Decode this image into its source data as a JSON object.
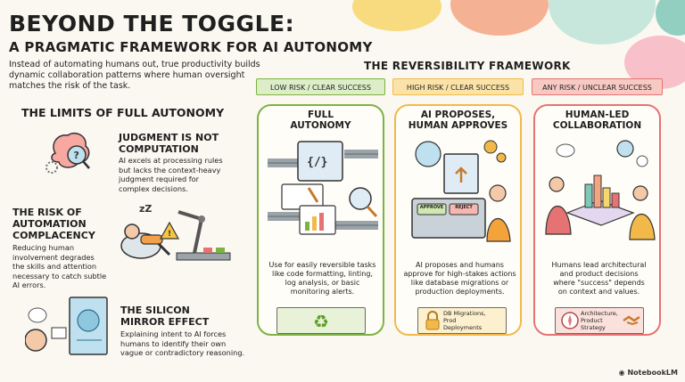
{
  "header": {
    "title": "BEYOND THE TOGGLE:",
    "subtitle": "A PRAGMATIC FRAMEWORK FOR AI AUTONOMY",
    "intro": "Instead of automating humans out, true productivity builds dynamic collaboration patterns where human oversight matches the risk of the task."
  },
  "limits": {
    "heading": "THE LIMITS OF FULL AUTONOMY",
    "items": [
      {
        "title_1": "JUDGMENT IS NOT",
        "title_2": "COMPUTATION",
        "text_1": "AI excels at processing rules",
        "text_2": "but lacks the context-heavy",
        "text_3": "judgment required for",
        "text_4": "complex decisions.",
        "icon": "brain-gear-icon"
      },
      {
        "title_1": "THE RISK OF",
        "title_2": "AUTOMATION",
        "title_3": "COMPLACENCY",
        "text_1": "Reducing human",
        "text_2": "involvement degrades",
        "text_3": "the skills and attention",
        "text_4": "necessary to catch subtle",
        "text_5": "AI errors.",
        "icon": "sleeping-person-robot-arm-icon"
      },
      {
        "title_1": "THE SILICON",
        "title_2": "MIRROR EFFECT",
        "text_1": "Explaining intent to AI forces",
        "text_2": "humans to identify their own",
        "text_3": "vague or contradictory reasoning.",
        "icon": "mirror-face-icon"
      }
    ]
  },
  "framework": {
    "heading": "THE REVERSIBILITY FRAMEWORK",
    "columns": [
      {
        "tag": "LOW RISK / CLEAR SUCCESS",
        "title_1": "FULL",
        "title_2": "AUTONOMY",
        "text_1": "Use for easily reversible tasks",
        "text_2": "like code formatting, linting,",
        "text_3": "log analysis, or basic",
        "text_4": "monitoring alerts.",
        "box_label": "",
        "color": "#7cb342",
        "tag_bg": "#dcedc8"
      },
      {
        "tag": "HIGH RISK / CLEAR SUCCESS",
        "title_1": "AI PROPOSES,",
        "title_2": "HUMAN APPROVES",
        "text_1": "AI proposes and humans",
        "text_2": "approve for high-stakes actions",
        "text_3": "like database migrations or",
        "text_4": "production deployments.",
        "box_label_1": "DB Migrations,",
        "box_label_2": "Prod",
        "box_label_3": "Deployments",
        "approve": "APPROVE",
        "reject": "REJECT",
        "color": "#f2b94a",
        "tag_bg": "#fbe3a8"
      },
      {
        "tag": "ANY RISK / UNCLEAR SUCCESS",
        "title_1": "HUMAN-LED",
        "title_2": "COLLABORATION",
        "text_1": "Humans lead architectural",
        "text_2": "and product decisions",
        "text_3": "where \"success\" depends",
        "text_4": "on context and values.",
        "box_label_1": "Architecture,",
        "box_label_2": "Product",
        "box_label_3": "Strategy",
        "color": "#e57373",
        "tag_bg": "#f8c9c3"
      }
    ]
  },
  "footer": {
    "brand": "NotebookLM"
  }
}
